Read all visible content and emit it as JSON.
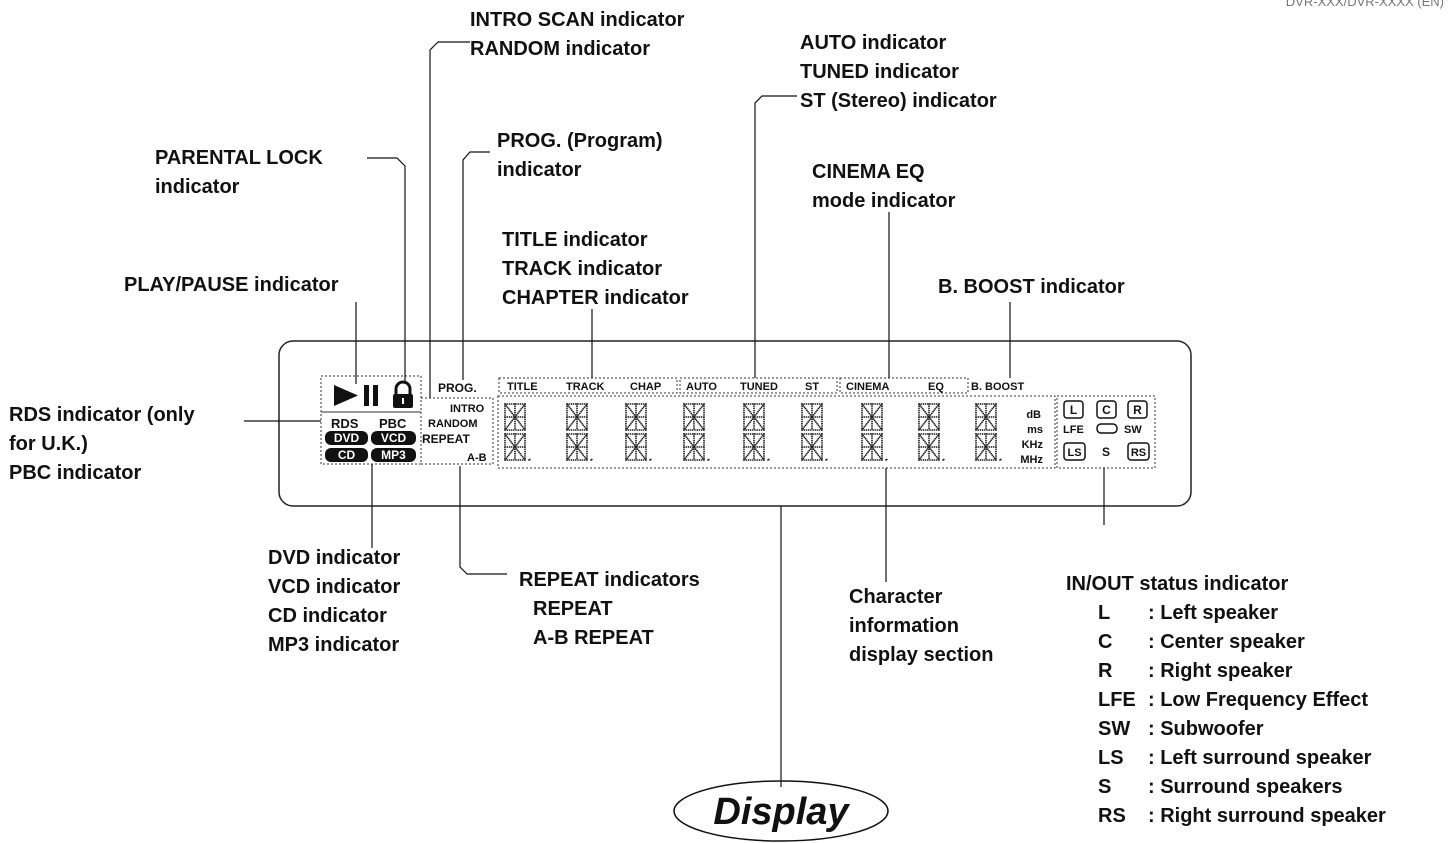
{
  "page_header": "DVR-XXX/DVR-XXXX (EN)",
  "labels": {
    "intro_scan": [
      "INTRO SCAN  indicator",
      "RANDOM  indicator"
    ],
    "auto_tuned_st": [
      "AUTO indicator",
      "TUNED indicator",
      "ST (Stereo) indicator"
    ],
    "parental_lock": [
      "PARENTAL LOCK",
      "indicator"
    ],
    "prog": [
      "PROG. (Program)",
      "indicator"
    ],
    "cinema_eq": [
      "CINEMA EQ",
      "mode indicator"
    ],
    "title_track_chapter": [
      "TITLE indicator",
      "TRACK indicator",
      "CHAPTER indicator"
    ],
    "play_pause": [
      "PLAY/PAUSE indicator"
    ],
    "b_boost": [
      "B. BOOST indicator"
    ],
    "rds_pbc": [
      "RDS indicator (only",
      "for U.K.)",
      "PBC indicator"
    ],
    "disc_types": [
      "DVD indicator",
      "VCD indicator",
      "CD indicator",
      "MP3 indicator"
    ],
    "repeat": [
      "REPEAT indicators",
      "REPEAT",
      "A-B REPEAT"
    ],
    "character_info": [
      "Character",
      "information",
      "display section"
    ],
    "in_out_title": "IN/OUT status indicator"
  },
  "in_out_legend": [
    {
      "code": "L",
      "desc": ": Left speaker"
    },
    {
      "code": "C",
      "desc": ": Center speaker"
    },
    {
      "code": "R",
      "desc": ": Right speaker"
    },
    {
      "code": "LFE",
      "desc": ": Low Frequency Effect"
    },
    {
      "code": "SW",
      "desc": ": Subwoofer"
    },
    {
      "code": "LS",
      "desc": ": Left surround speaker"
    },
    {
      "code": "S",
      "desc": ": Surround speakers"
    },
    {
      "code": "RS",
      "desc": ": Right surround speaker"
    }
  ],
  "display_panel": {
    "prog": "PROG.",
    "intro": "INTRO",
    "random": "RANDOM",
    "repeat": "REPEAT",
    "ab": "A-B",
    "rds": "RDS",
    "pbc": "PBC",
    "dvd": "DVD",
    "vcd": "VCD",
    "cd": "CD",
    "mp3": "MP3",
    "title": "TITLE",
    "track": "TRACK",
    "chap": "CHAP",
    "auto": "AUTO",
    "tuned": "TUNED",
    "st": "ST",
    "cinema": "CINEMA",
    "eq": "EQ",
    "bboost": "B. BOOST",
    "units": [
      "dB",
      "ms",
      "KHz",
      "MHz"
    ],
    "spk_l": "L",
    "spk_c": "C",
    "spk_r": "R",
    "spk_lfe": "LFE",
    "spk_sw": "SW",
    "spk_ls": "LS",
    "spk_s": "S",
    "spk_rs": "RS"
  },
  "display_title": "Display"
}
